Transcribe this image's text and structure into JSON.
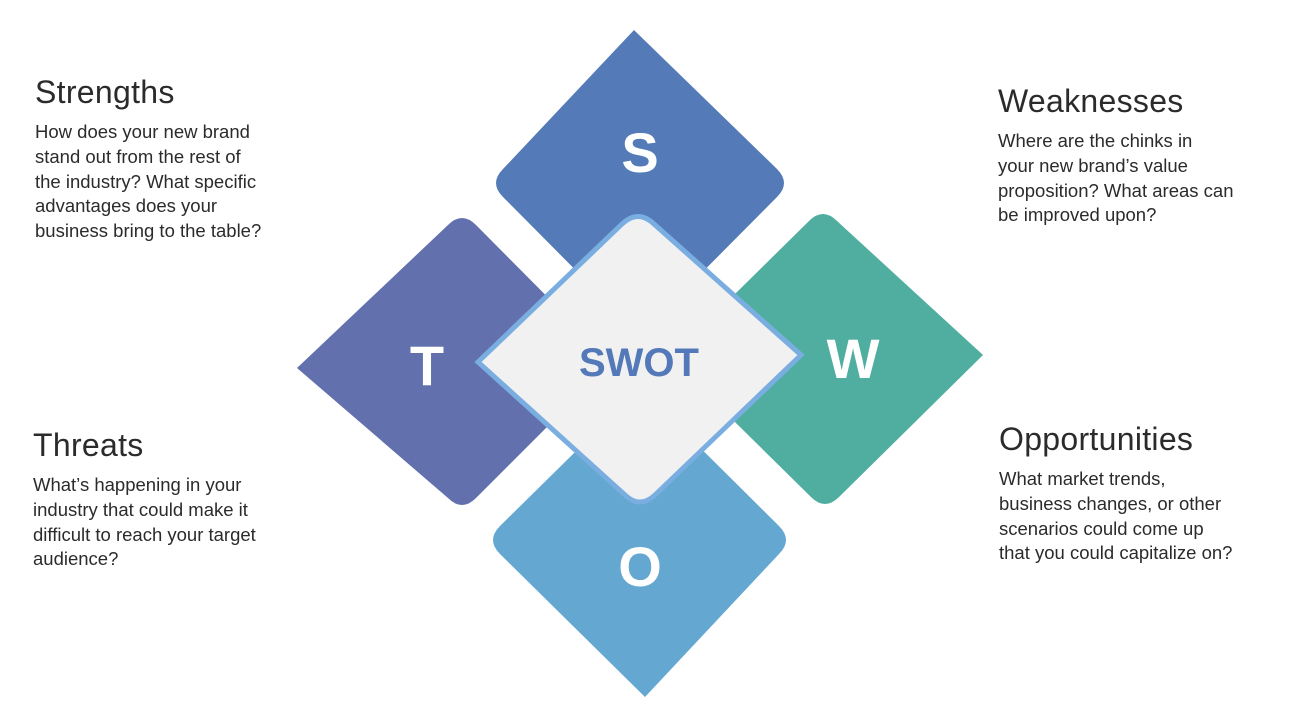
{
  "diagram": {
    "center_label": "SWOT",
    "colors": {
      "strengths": "#547bb8",
      "weaknesses": "#4faea0",
      "opportunities": "#64a7d0",
      "threats": "#6270ae",
      "center_fill": "#f1f1f2",
      "center_border": "#7aaee0",
      "center_text": "#5479b8"
    },
    "quadrants": {
      "strengths": {
        "letter": "S"
      },
      "weaknesses": {
        "letter": "W"
      },
      "opportunities": {
        "letter": "O"
      },
      "threats": {
        "letter": "T"
      }
    }
  },
  "sections": {
    "strengths": {
      "title": "Strengths",
      "lines": [
        "How does your new brand",
        "stand out from the rest of",
        "the industry? What specific",
        "advantages does your",
        "business bring to the table?"
      ]
    },
    "weaknesses": {
      "title": "Weaknesses",
      "lines": [
        "Where are the chinks in",
        "your new brand’s value",
        "proposition? What areas can",
        "be improved upon?"
      ]
    },
    "opportunities": {
      "title": "Opportunities",
      "lines": [
        "What market trends,",
        "business changes, or other",
        "scenarios could come up",
        "that you could capitalize on?"
      ]
    },
    "threats": {
      "title": "Threats",
      "lines": [
        "What’s happening in your",
        "industry that could make it",
        "difficult to reach your target",
        "audience?"
      ]
    }
  }
}
